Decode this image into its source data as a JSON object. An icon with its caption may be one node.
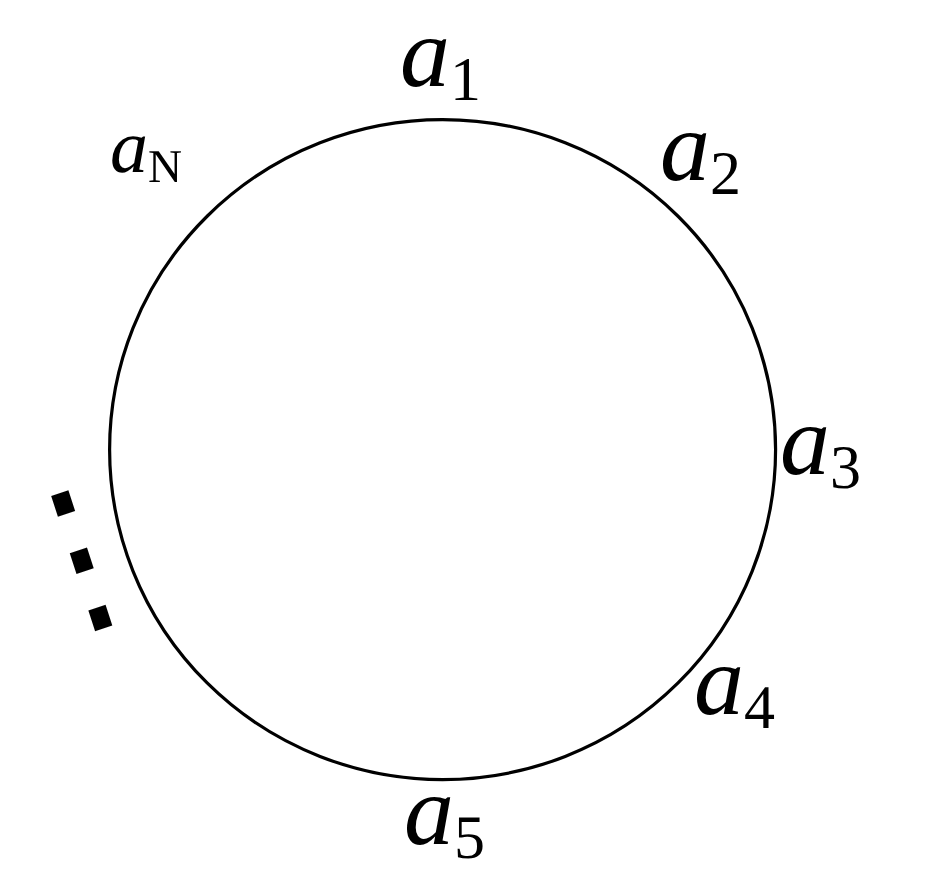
{
  "diagram": {
    "nodes": [
      {
        "text": [],
        "shape": "circle",
        "beside": [
          "*a*$_{1}$",
          "*a*$_{2}$",
          "*a*$_{3}$",
          "*a*$_{4}$",
          "*a*$_{5}$",
          "⋮",
          "*a*$_{N}$"
        ]
      }
    ]
  }
}
